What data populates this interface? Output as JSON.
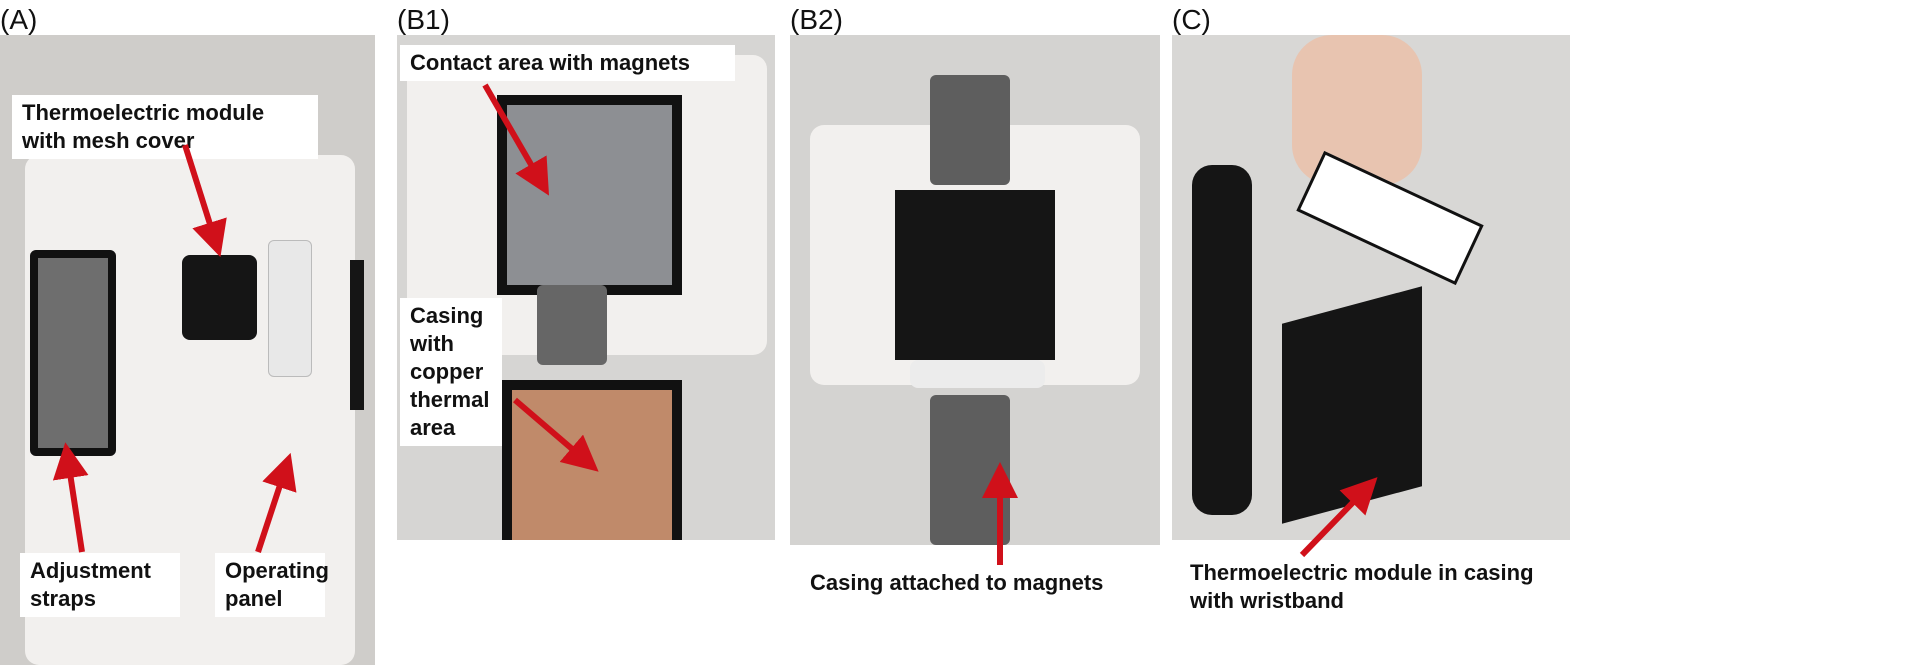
{
  "panels": {
    "a": {
      "label": "(A)",
      "callouts": {
        "module": "Thermoelectric module with mesh cover",
        "straps": "Adjustment straps",
        "panel": "Operating panel"
      }
    },
    "b1": {
      "label": "(B1)",
      "callouts": {
        "contact": "Contact area with magnets",
        "casing": "Casing with copper thermal area"
      }
    },
    "b2": {
      "label": "(B2)",
      "callouts": {
        "attached": "Casing attached to magnets"
      }
    },
    "c": {
      "label": "(C)",
      "callouts": {
        "module": "Thermoelectric module in casing with wristband"
      }
    }
  },
  "colors": {
    "arrow": "#d0101a",
    "copper": "#c08a6a",
    "background": "#d9d7d5"
  }
}
